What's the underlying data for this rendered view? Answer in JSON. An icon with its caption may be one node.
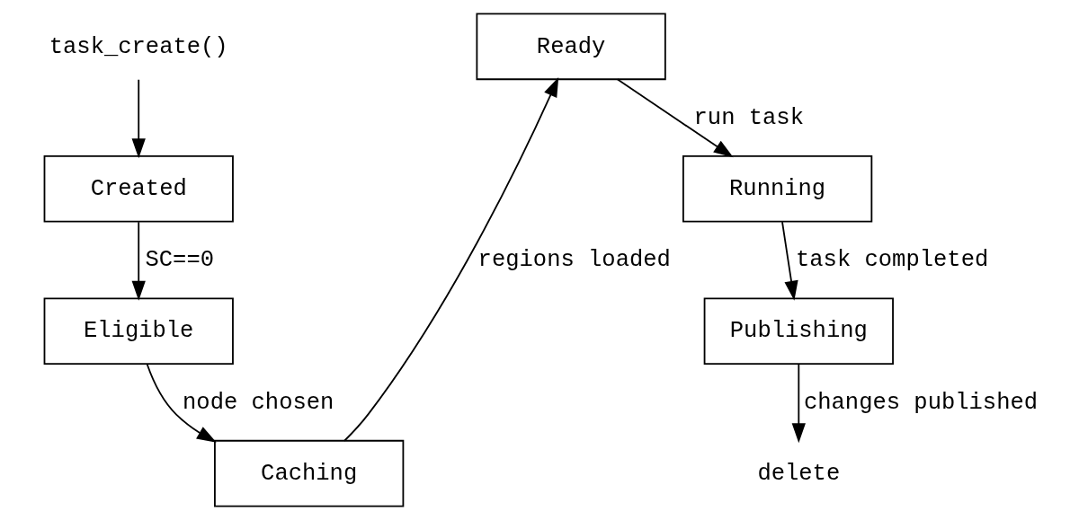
{
  "diagram": {
    "nodes": [
      {
        "text": [
          "task_create()"
        ]
      },
      {
        "text": [
          "Created"
        ]
      },
      {
        "text": [
          "Eligible"
        ]
      },
      {
        "text": [
          "Caching"
        ]
      },
      {
        "text": [
          "Ready"
        ]
      },
      {
        "text": [
          "Running"
        ]
      },
      {
        "text": [
          "Publishing"
        ]
      },
      {
        "text": [
          "delete"
        ]
      }
    ],
    "edges": [
      {
        "from": 0,
        "to": 1,
        "arrow": "to"
      },
      {
        "from": 1,
        "to": 2,
        "arrow": "to",
        "label": "SC==0"
      },
      {
        "from": 2,
        "to": 3,
        "arrow": "to",
        "label": "node chosen"
      },
      {
        "from": 3,
        "to": 4,
        "arrow": "to",
        "label": "regions loaded"
      },
      {
        "from": 4,
        "to": 5,
        "arrow": "to",
        "label": "run task"
      },
      {
        "from": 5,
        "to": 6,
        "arrow": "to",
        "label": "task completed"
      },
      {
        "from": 6,
        "to": 7,
        "arrow": "to",
        "label": "changes published"
      }
    ]
  }
}
